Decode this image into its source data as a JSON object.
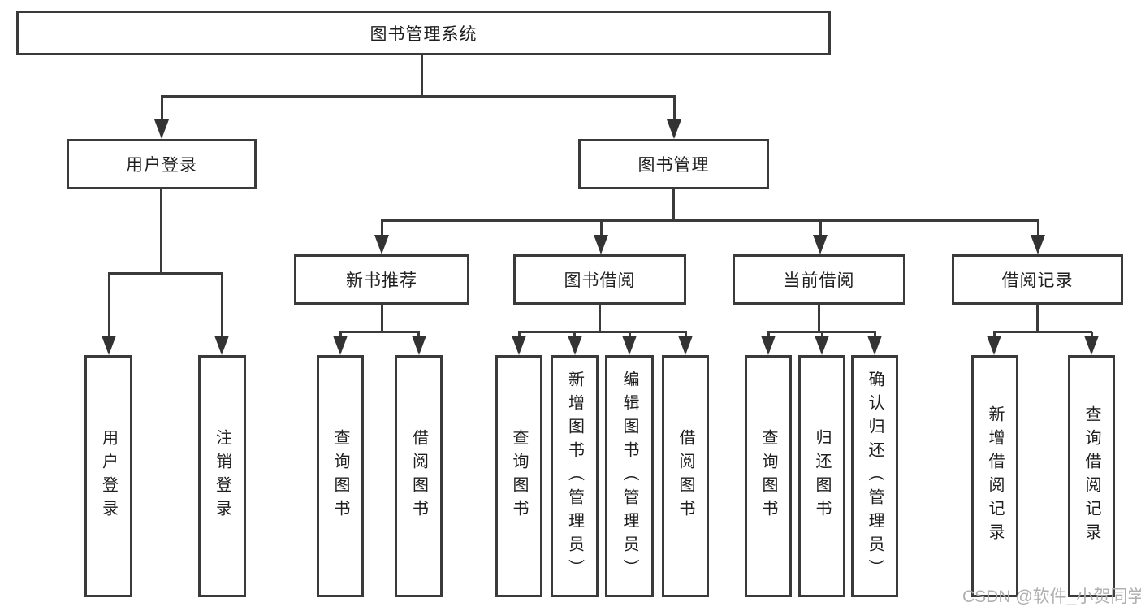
{
  "diagram": {
    "root": {
      "label": "图书管理系统"
    },
    "level2": [
      {
        "label": "用户登录"
      },
      {
        "label": "图书管理"
      }
    ],
    "level3": [
      {
        "label": "新书推荐"
      },
      {
        "label": "图书借阅"
      },
      {
        "label": "当前借阅"
      },
      {
        "label": "借阅记录"
      }
    ],
    "leaves": {
      "user_login": [
        "用户登录",
        "注销登录"
      ],
      "new_book": [
        "查询图书",
        "借阅图书"
      ],
      "book_borrow": [
        "查询图书",
        "新增图书（管理员）",
        "编辑图书（管理员）",
        "借阅图书"
      ],
      "current_borrow": [
        "查询图书",
        "归还图书",
        "确认归还（管理员）"
      ],
      "borrow_records": [
        "新增借阅记录",
        "查询借阅记录"
      ]
    }
  },
  "watermark": "CSDN @软件_小贺同学",
  "colors": {
    "border": "#3a3a3a",
    "text": "#1f1f1f",
    "watermark": "#b0b0b0",
    "background": "#ffffff"
  }
}
